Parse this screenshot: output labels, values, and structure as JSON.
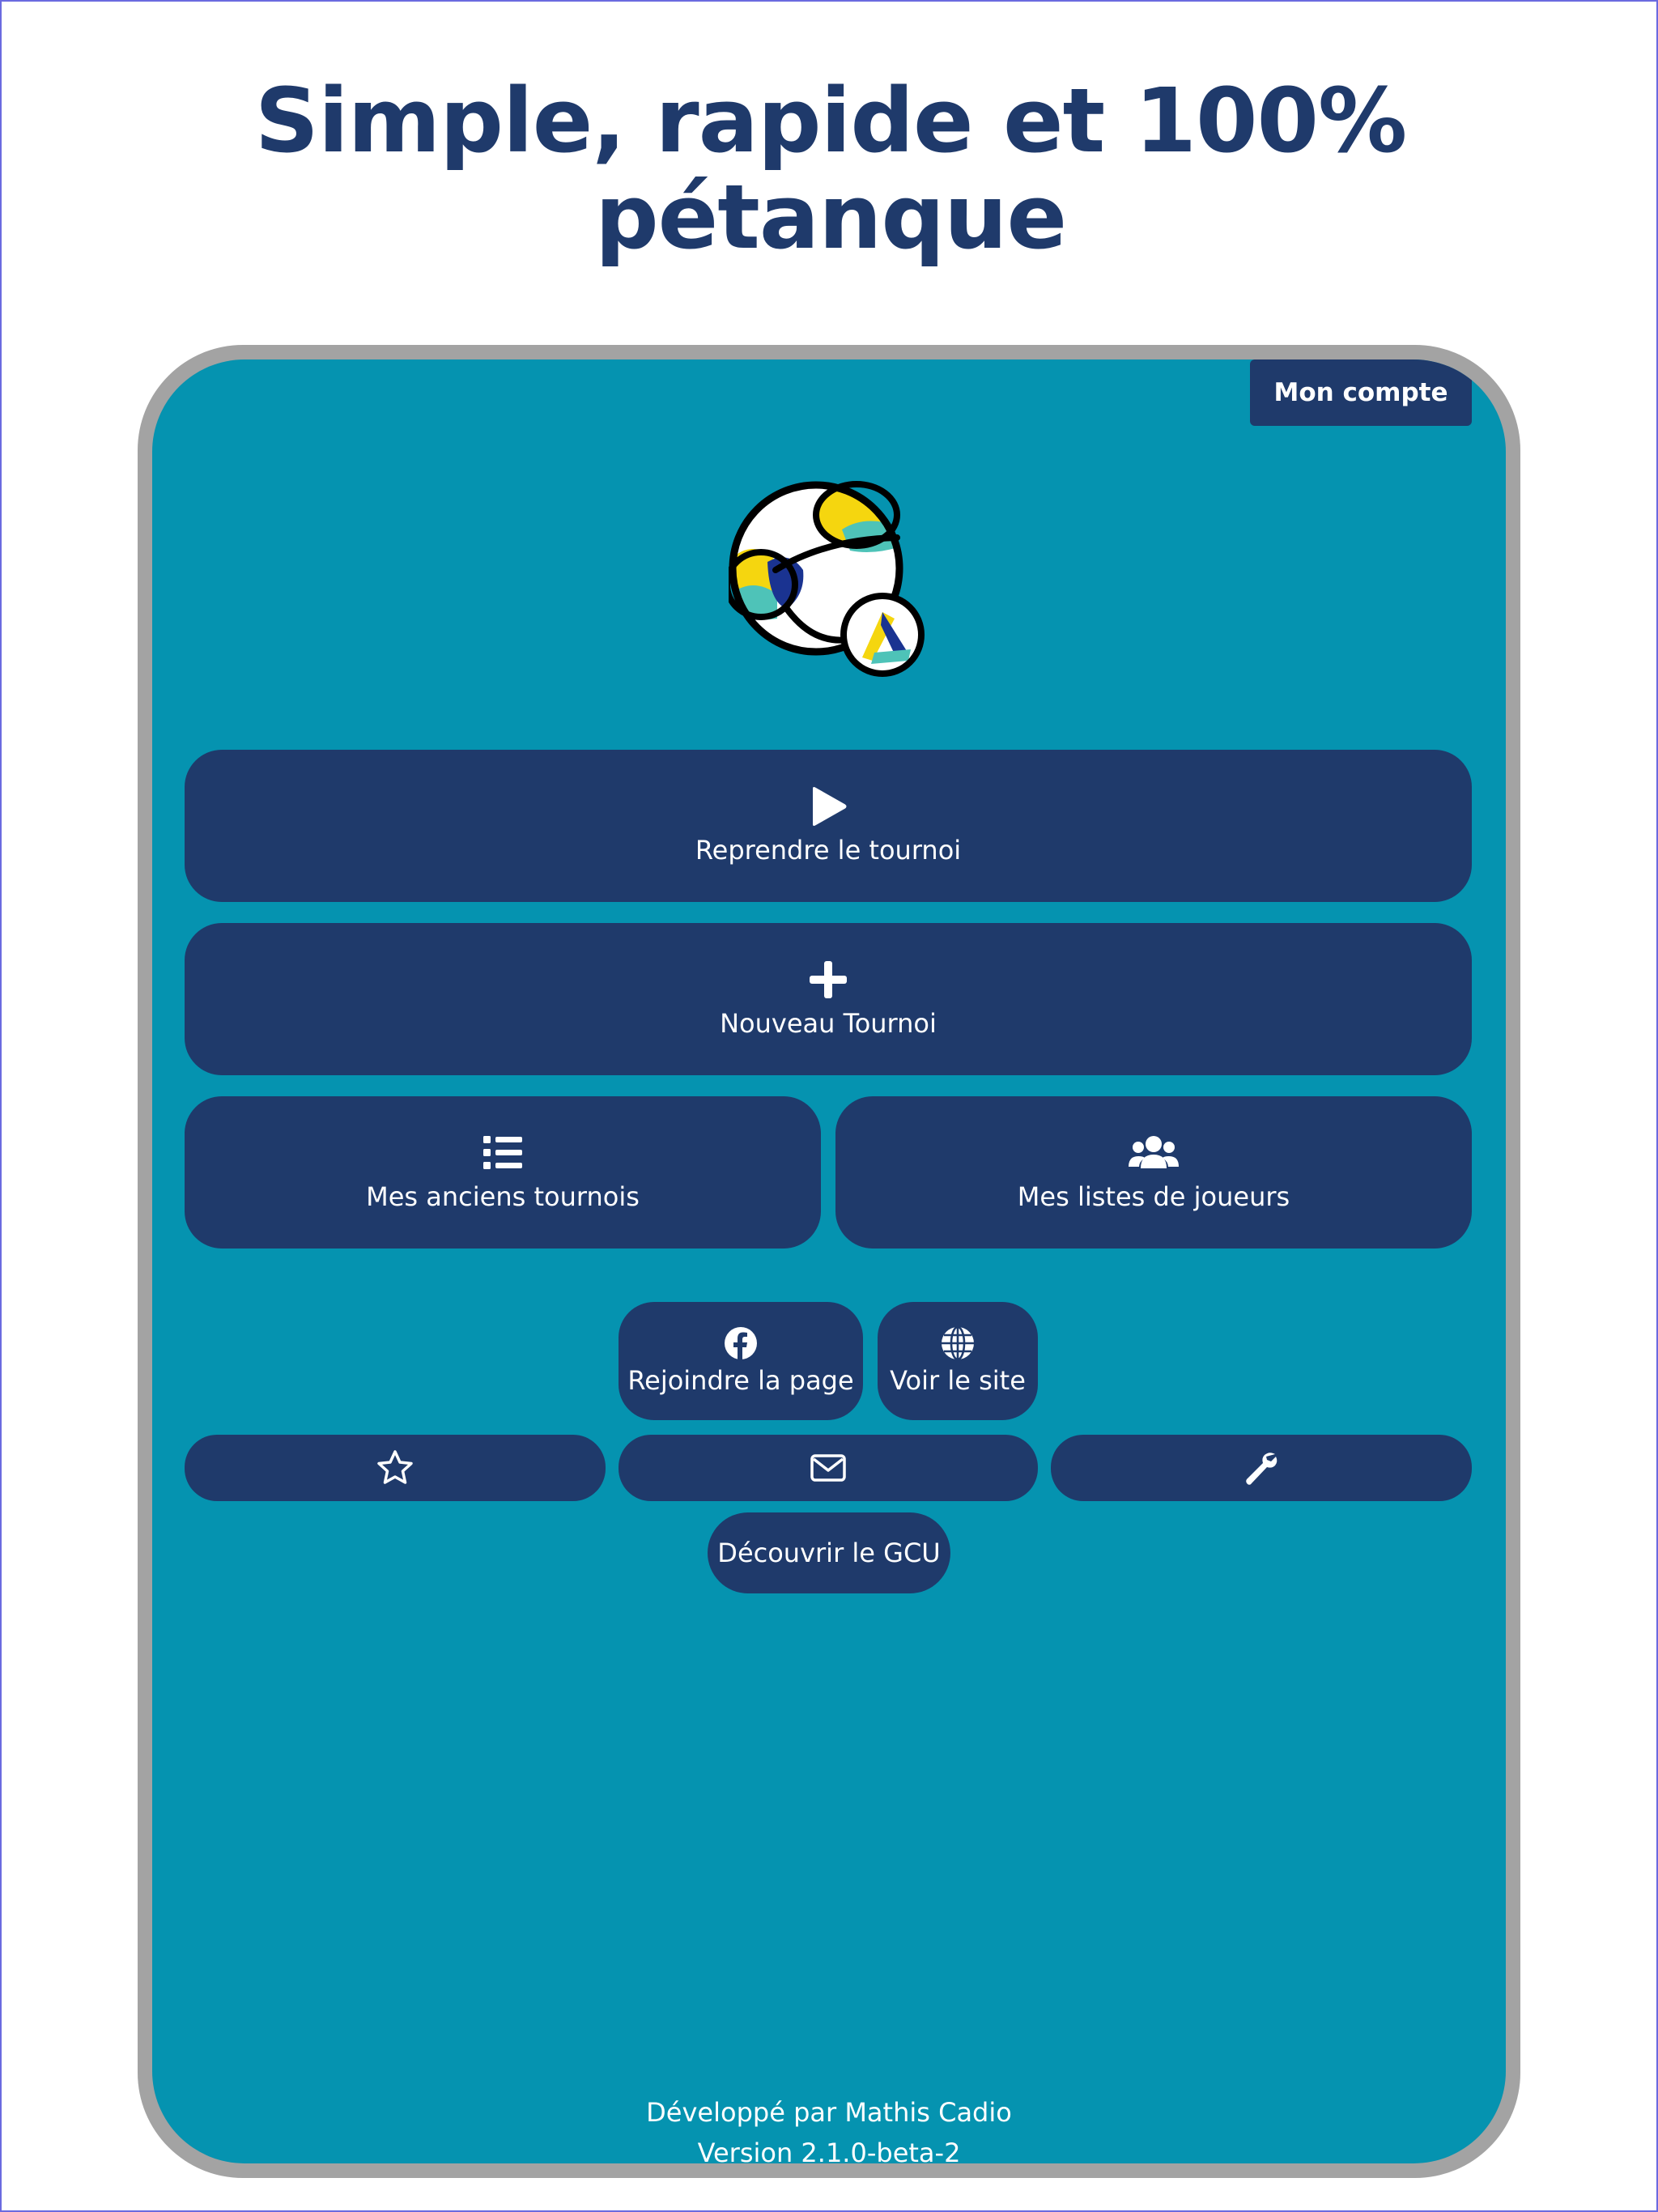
{
  "headline": {
    "line1": "Simple, rapide et 100%",
    "line2": "pétanque"
  },
  "header": {
    "account_label": "Mon compte"
  },
  "logo": {
    "icon": "petanque-ball-logo-icon"
  },
  "main": {
    "resume_label": "Reprendre le tournoi",
    "new_label": "Nouveau Tournoi",
    "history_label": "Mes anciens tournois",
    "players_label": "Mes listes de joueurs"
  },
  "links": {
    "facebook_label": "Rejoindre la page",
    "website_label": "Voir le site"
  },
  "tools": {
    "rate_icon": "star-icon",
    "contact_icon": "envelope-icon",
    "settings_icon": "wrench-icon"
  },
  "gcu": {
    "label": "Découvrir le GCU"
  },
  "footer": {
    "developer": "Développé par Mathis Cadio",
    "version": "Version 2.1.0-beta-2"
  },
  "colors": {
    "background": "#0593b0",
    "button": "#1f3a6b",
    "heading": "#1f3a6b",
    "frame": "#a3a3a3",
    "logo_yellow": "#f5d60f",
    "logo_teal": "#4ec3b8",
    "logo_navy": "#1a3391"
  }
}
